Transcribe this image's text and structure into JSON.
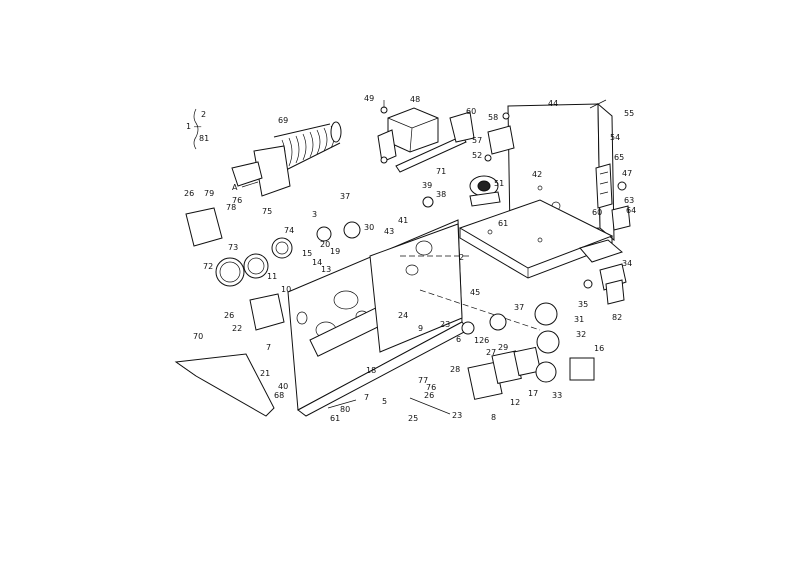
{
  "diagram": {
    "detail_note": [
      "2",
      "1 —",
      "81"
    ],
    "arrow_label": "A",
    "parts": [
      {
        "id": "p-2",
        "text": "2"
      },
      {
        "id": "p-3",
        "text": "3"
      },
      {
        "id": "p-5",
        "text": "5"
      },
      {
        "id": "p-6",
        "text": "6"
      },
      {
        "id": "p-7",
        "text": "7"
      },
      {
        "id": "p-7b",
        "text": "7"
      },
      {
        "id": "p-8",
        "text": "8"
      },
      {
        "id": "p-9",
        "text": "9"
      },
      {
        "id": "p-10",
        "text": "10"
      },
      {
        "id": "p-11",
        "text": "11"
      },
      {
        "id": "p-12",
        "text": "12"
      },
      {
        "id": "p-13",
        "text": "13"
      },
      {
        "id": "p-14",
        "text": "14"
      },
      {
        "id": "p-15",
        "text": "15"
      },
      {
        "id": "p-16",
        "text": "16"
      },
      {
        "id": "p-17",
        "text": "17"
      },
      {
        "id": "p-18",
        "text": "18"
      },
      {
        "id": "p-19",
        "text": "19"
      },
      {
        "id": "p-20",
        "text": "20"
      },
      {
        "id": "p-21",
        "text": "21"
      },
      {
        "id": "p-22",
        "text": "22"
      },
      {
        "id": "p-23",
        "text": "23"
      },
      {
        "id": "p-23b",
        "text": "23"
      },
      {
        "id": "p-24",
        "text": "24"
      },
      {
        "id": "p-25",
        "text": "25"
      },
      {
        "id": "p-26a",
        "text": "26"
      },
      {
        "id": "p-26b",
        "text": "26"
      },
      {
        "id": "p-26c",
        "text": "26"
      },
      {
        "id": "p-27",
        "text": "27"
      },
      {
        "id": "p-28",
        "text": "28"
      },
      {
        "id": "p-29",
        "text": "29"
      },
      {
        "id": "p-30",
        "text": "30"
      },
      {
        "id": "p-31",
        "text": "31"
      },
      {
        "id": "p-32",
        "text": "32"
      },
      {
        "id": "p-33",
        "text": "33"
      },
      {
        "id": "p-34",
        "text": "34"
      },
      {
        "id": "p-35",
        "text": "35"
      },
      {
        "id": "p-37",
        "text": "37"
      },
      {
        "id": "p-37b",
        "text": "37"
      },
      {
        "id": "p-38",
        "text": "38"
      },
      {
        "id": "p-39",
        "text": "39"
      },
      {
        "id": "p-40",
        "text": "40"
      },
      {
        "id": "p-41",
        "text": "41"
      },
      {
        "id": "p-42",
        "text": "42"
      },
      {
        "id": "p-43",
        "text": "43"
      },
      {
        "id": "p-44",
        "text": "44"
      },
      {
        "id": "p-45",
        "text": "45"
      },
      {
        "id": "p-48",
        "text": "48"
      },
      {
        "id": "p-49",
        "text": "49"
      },
      {
        "id": "p-51",
        "text": "51"
      },
      {
        "id": "p-52",
        "text": "52"
      },
      {
        "id": "p-54",
        "text": "54"
      },
      {
        "id": "p-55",
        "text": "55"
      },
      {
        "id": "p-57",
        "text": "57"
      },
      {
        "id": "p-58",
        "text": "58"
      },
      {
        "id": "p-60",
        "text": "60"
      },
      {
        "id": "p-60b",
        "text": "60"
      },
      {
        "id": "p-61",
        "text": "61"
      },
      {
        "id": "p-61b",
        "text": "61"
      },
      {
        "id": "p-63",
        "text": "63"
      },
      {
        "id": "p-64",
        "text": "64"
      },
      {
        "id": "p-65",
        "text": "65"
      },
      {
        "id": "p-68",
        "text": "68"
      },
      {
        "id": "p-69",
        "text": "69"
      },
      {
        "id": "p-70",
        "text": "70"
      },
      {
        "id": "p-71",
        "text": "71"
      },
      {
        "id": "p-72",
        "text": "72"
      },
      {
        "id": "p-73",
        "text": "73"
      },
      {
        "id": "p-74",
        "text": "74"
      },
      {
        "id": "p-75",
        "text": "75"
      },
      {
        "id": "p-76",
        "text": "76"
      },
      {
        "id": "p-76b",
        "text": "76"
      },
      {
        "id": "p-77",
        "text": "77"
      },
      {
        "id": "p-78",
        "text": "78"
      },
      {
        "id": "p-79",
        "text": "79"
      },
      {
        "id": "p-80",
        "text": "80"
      },
      {
        "id": "p-82",
        "text": "82"
      },
      {
        "id": "p-47",
        "text": "47"
      },
      {
        "id": "p-126",
        "text": "126"
      }
    ]
  }
}
